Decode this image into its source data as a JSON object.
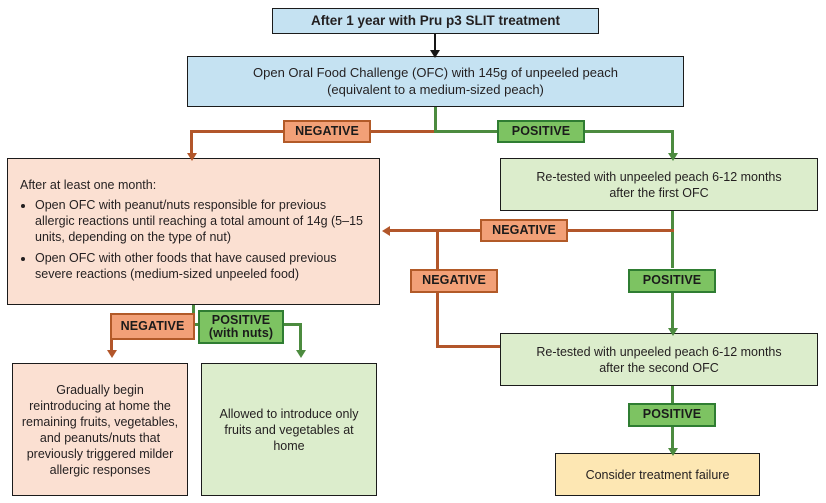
{
  "diagram": {
    "title_box": {
      "text": "After 1 year with Pru p3 SLIT treatment"
    },
    "ofc_box": {
      "line1": "Open Oral Food Challenge (OFC) with 145g of unpeeled peach",
      "line2": "(equivalent to a medium-sized peach)"
    },
    "labels": {
      "negative": "NEGATIVE",
      "positive": "POSITIVE",
      "positive_with_nuts_line1": "POSITIVE",
      "positive_with_nuts_line2": "(with nuts)"
    },
    "one_month_box": {
      "heading": "After at least one month:",
      "bullets": [
        "Open OFC with peanut/nuts responsible for previous allergic reactions until reaching a total amount of 14g (5–15 units, depending on the type of nut)",
        "Open OFC with other foods that have caused previous severe reactions (medium-sized unpeeled food)"
      ]
    },
    "retest_first": {
      "line1": "Re-tested with unpeeled peach 6-12 months",
      "line2": "after the first OFC"
    },
    "retest_second": {
      "line1": "Re-tested with unpeeled peach 6-12 months",
      "line2": "after the second OFC"
    },
    "gradual_box": {
      "text": "Gradually begin reintroducing at home the remaining fruits, vegetables, and peanuts/nuts that previously triggered milder allergic responses"
    },
    "allowed_box": {
      "text": "Allowed to introduce only fruits and vegetables at home"
    },
    "failure_box": {
      "text": "Consider treatment failure"
    },
    "colors": {
      "blue_fill": "#c5e2f2",
      "green_fill": "#dcedcc",
      "pink_fill": "#fbe0d2",
      "yellow_fill": "#fde7b3",
      "negative_tag_fill": "#f2a077",
      "negative_tag_border": "#b25a28",
      "positive_tag_fill": "#7dc362",
      "positive_tag_border": "#2f7d32",
      "green_line": "#4c8b3f",
      "orange_line": "#b2562a",
      "black_line": "#161616"
    }
  }
}
